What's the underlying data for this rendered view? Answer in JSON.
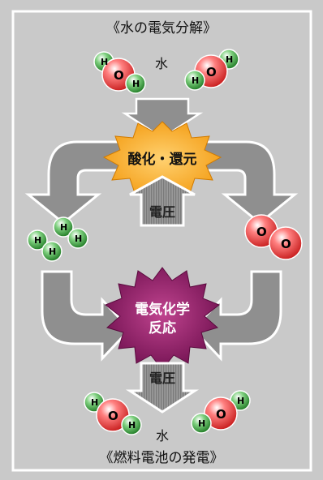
{
  "title_top": "《水の電気分解》",
  "title_bottom": "《燃料電池の発電》",
  "labels": {
    "water_top": "水",
    "water_bottom": "水",
    "redox": "酸化・還元",
    "voltage_up": "電圧",
    "voltage_down": "電圧",
    "electrochem_line1": "電気化学",
    "electrochem_line2": "反応"
  },
  "atoms": {
    "hydrogen": "H",
    "oxygen": "O"
  },
  "colors": {
    "background": "#c9c9c9",
    "frame": "#ffffff",
    "arrow_gray": "#8f8f8f",
    "redox_burst": "#f7a51c",
    "electrochem_burst": "#8e1a66",
    "hydrogen": "#3a9a3a",
    "oxygen": "#d93030"
  }
}
